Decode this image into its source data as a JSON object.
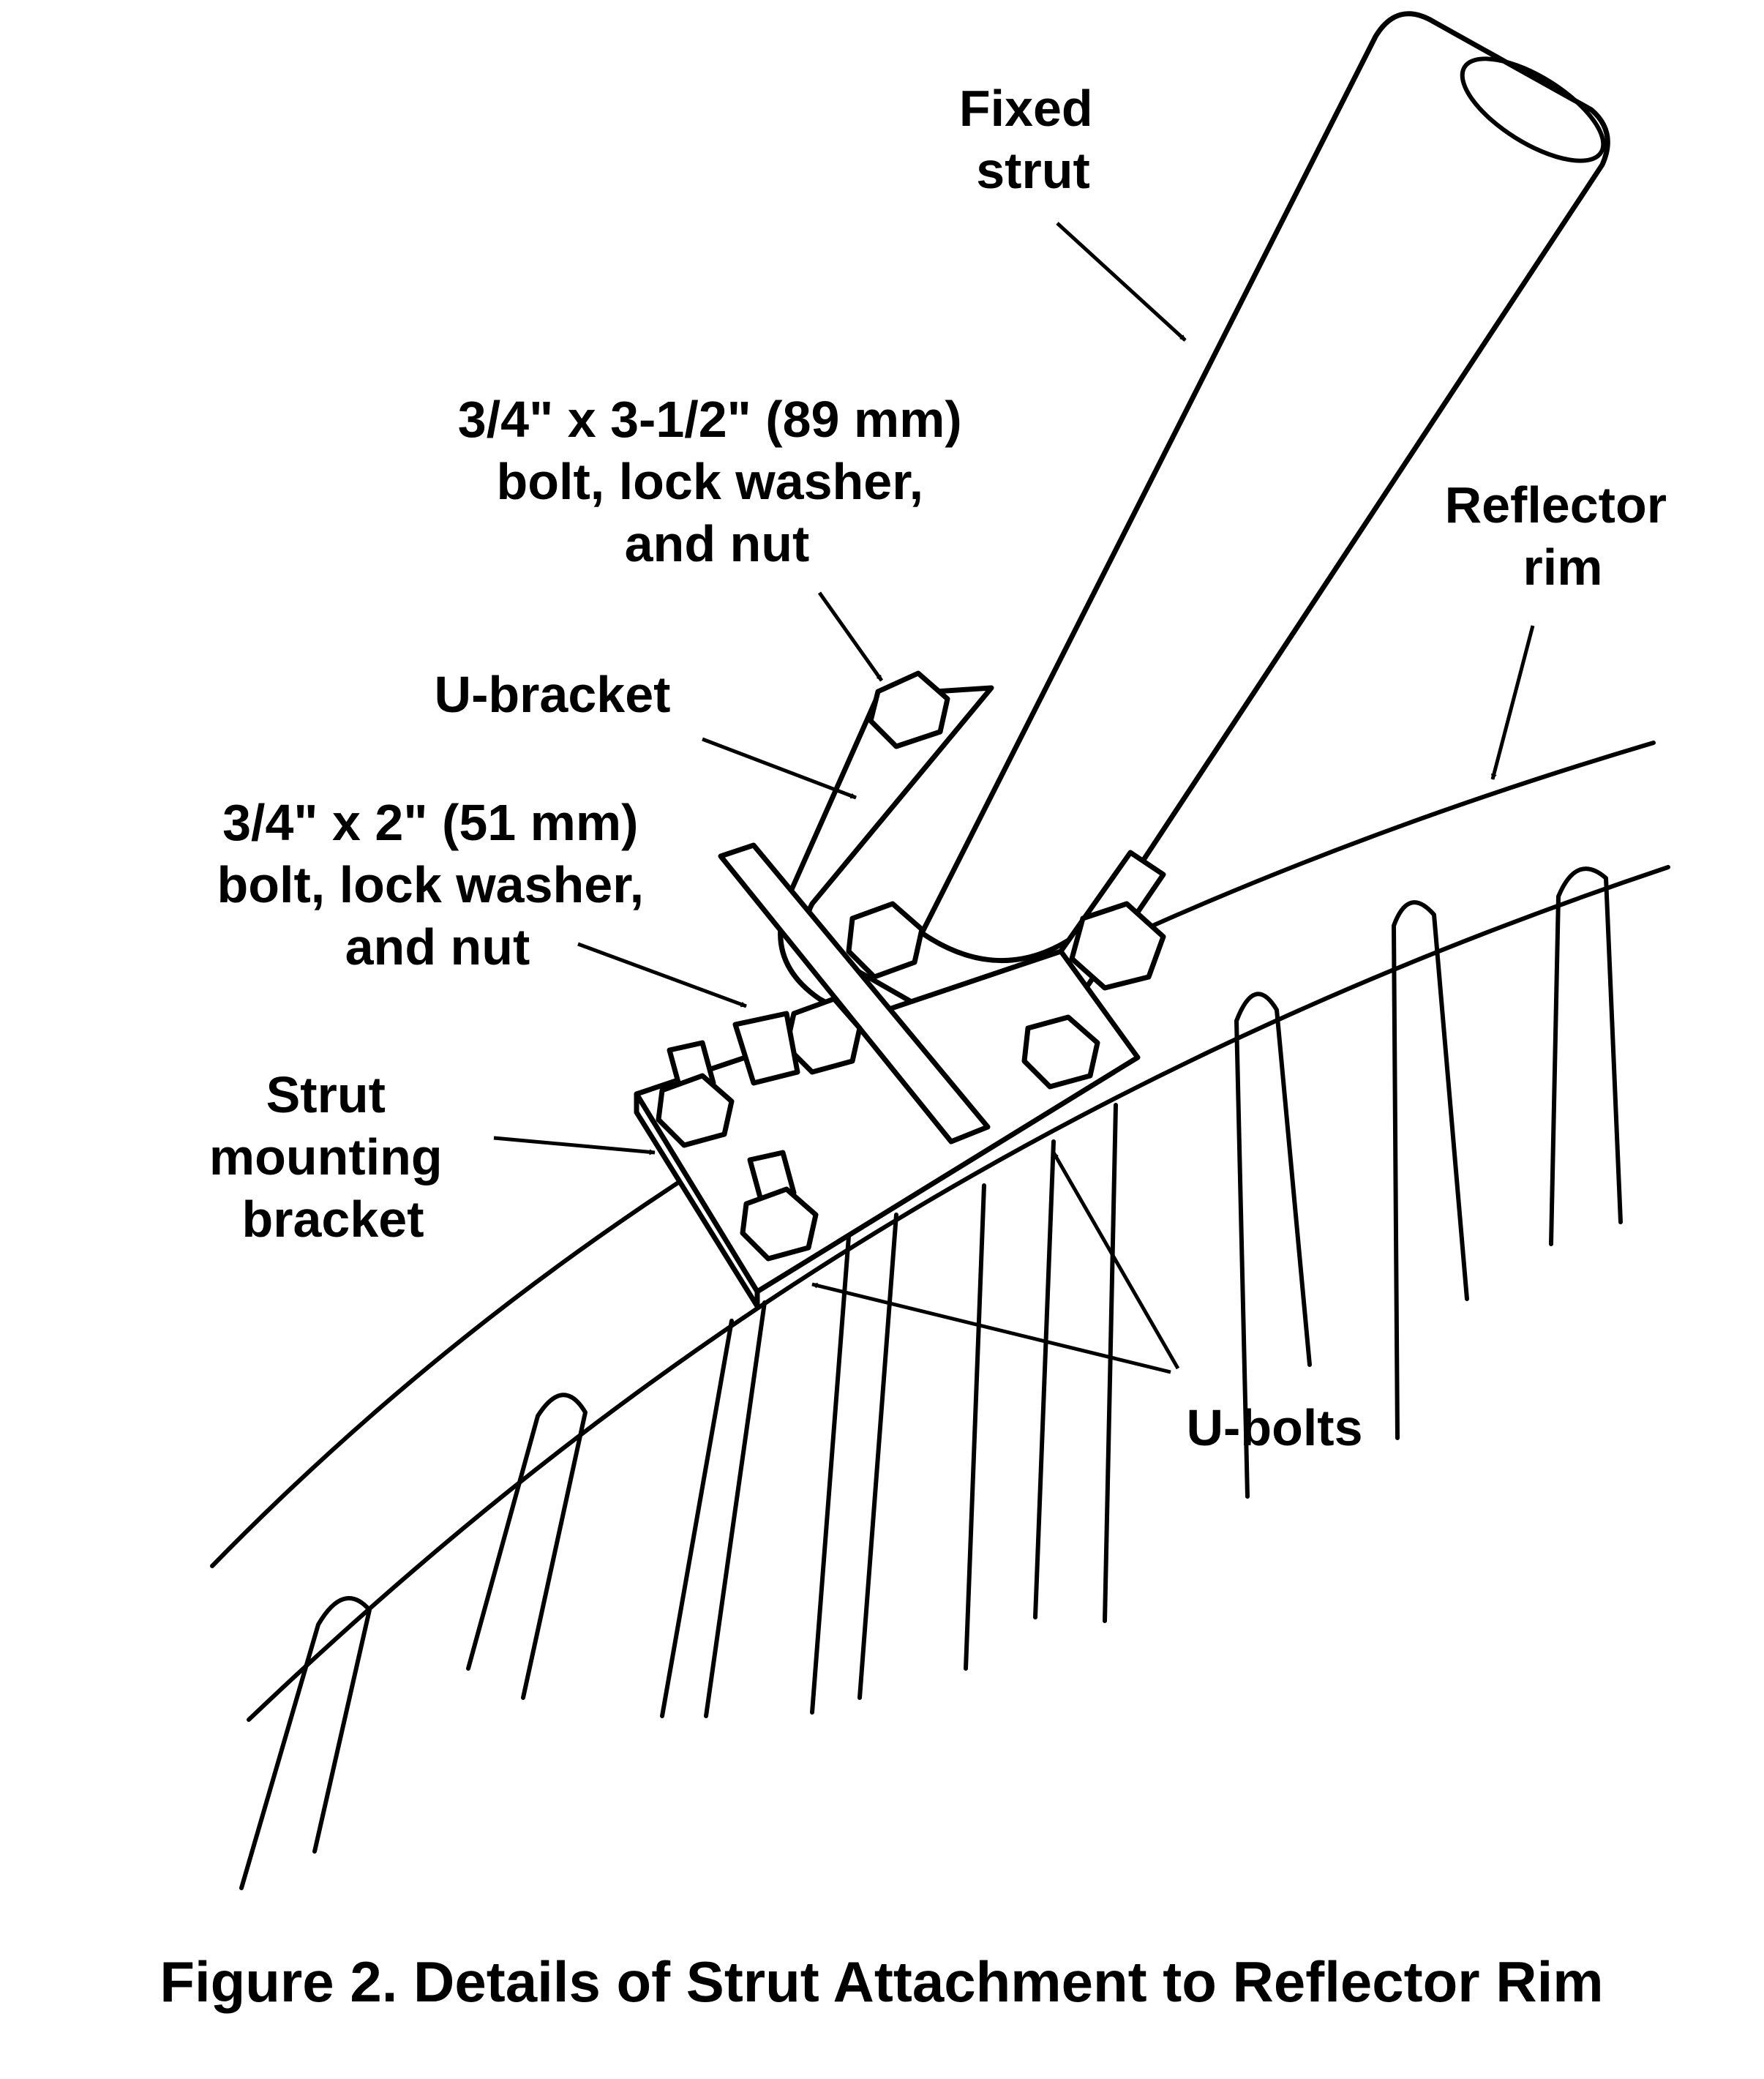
{
  "labels": {
    "fixed_strut": [
      "Fixed",
      "strut"
    ],
    "long_bolt": [
      "3/4\" x 3-1/2\" (89 mm)",
      "bolt, lock washer,",
      "and nut"
    ],
    "reflector_rim": [
      "Reflector",
      "rim"
    ],
    "u_bracket": [
      "U-bracket"
    ],
    "short_bolt": [
      "3/4\" x 2\" (51 mm)",
      "bolt, lock washer,",
      "and nut"
    ],
    "strut_mounting_bracket": [
      "Strut",
      "mounting",
      "bracket"
    ],
    "u_bolts": [
      "U-bolts"
    ]
  },
  "caption": "Figure 2.  Details of Strut Attachment to Reflector Rim",
  "colors": {
    "ink": "#000000",
    "paper": "#ffffff"
  }
}
